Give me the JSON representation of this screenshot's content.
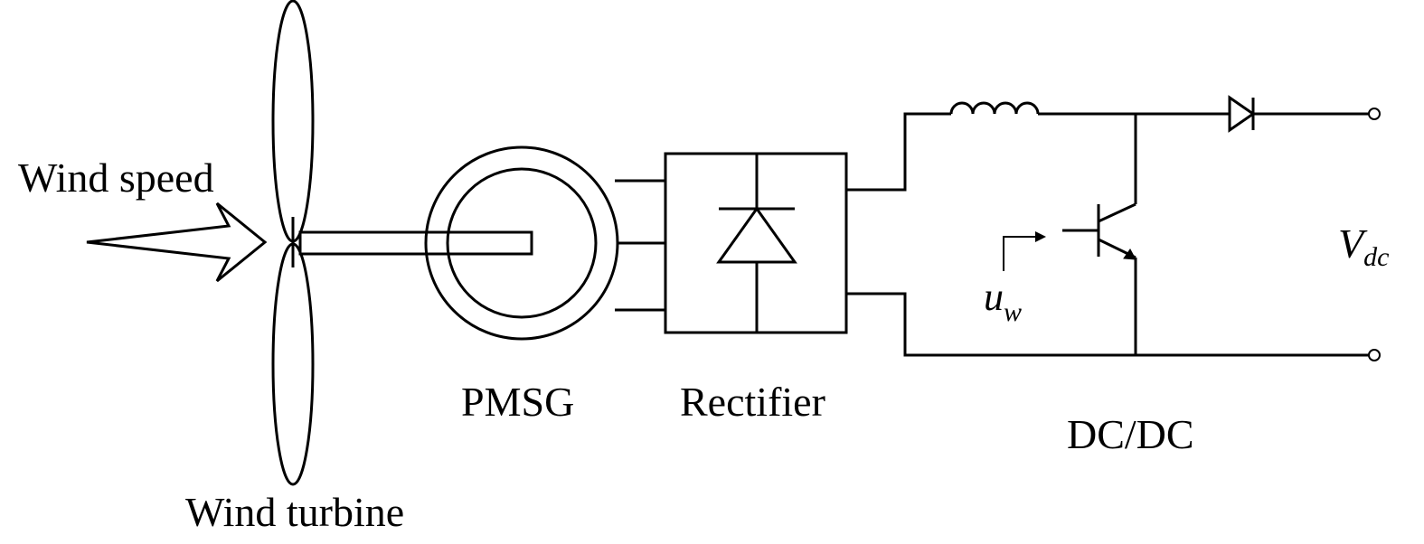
{
  "labels": {
    "wind_speed": "Wind speed",
    "wind_turbine": "Wind turbine",
    "pmsg": "PMSG",
    "rectifier": "Rectifier",
    "dcdc": "DC/DC",
    "control_signal": {
      "main": "u",
      "sub": "w"
    },
    "output_voltage": {
      "main": "V",
      "sub": "dc"
    }
  },
  "colors": {
    "stroke": "#000000",
    "background": "#ffffff"
  }
}
